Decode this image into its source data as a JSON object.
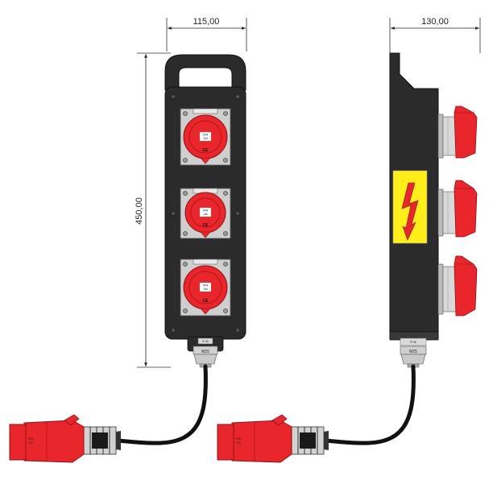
{
  "dimensions": {
    "front_width": "115,00",
    "front_height": "450,00",
    "side_width": "130,00"
  },
  "socket_labels": {
    "rating_line1": "IP44",
    "rating_line2": "16A",
    "mark": "CE"
  },
  "gland_labels": {
    "top": "IP 66",
    "size": "M25"
  },
  "plug_labels": {
    "line1": "IP44",
    "line2": "16A"
  },
  "colors": {
    "housing": "#2b2b2b",
    "socket_red": "#e8262b",
    "socket_red_dark": "#b3161b",
    "plate_grey": "#cfcfcf",
    "warning_yellow": "#ffee1a",
    "cable": "#111111"
  },
  "icons": {
    "warning_symbol": "lightning-bolt-icon"
  }
}
